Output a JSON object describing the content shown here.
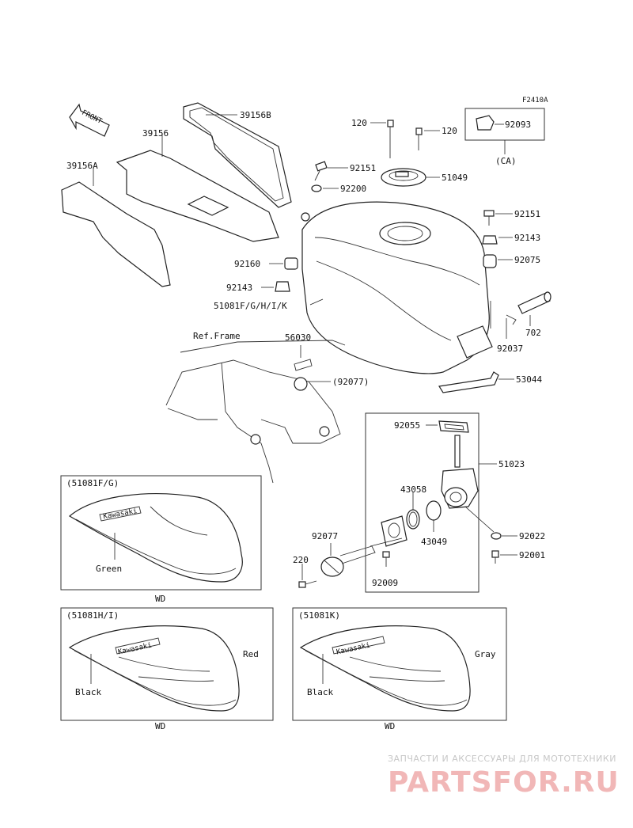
{
  "figure_code": "F2410A",
  "front_label": "FRONT",
  "labels": {
    "p39156B": "39156B",
    "p39156": "39156",
    "p39156A": "39156A",
    "p120a": "120",
    "p120b": "120",
    "p92093": "92093",
    "ca": "(CA)",
    "p92151a": "92151",
    "p51049": "51049",
    "p92200": "92200",
    "p92151b": "92151",
    "p92143a": "92143",
    "p92075": "92075",
    "p92160": "92160",
    "p92143b": "92143",
    "p51081": "51081F/G/H/I/K",
    "p702": "702",
    "ref_frame": "Ref.Frame",
    "p56030": "56030",
    "p92037": "92037",
    "p92077a": "(92077)",
    "p53044": "53044",
    "p92055": "92055",
    "p51023": "51023",
    "p43058": "43058",
    "p43049": "43049",
    "p92077b": "92077",
    "p92022": "92022",
    "p220": "220",
    "p92001": "92001",
    "p92009": "92009"
  },
  "insets": {
    "fg": {
      "title": "(51081F/G)",
      "color": "Green",
      "brand": "Kawasaki",
      "note": "WD"
    },
    "hi": {
      "title": "(51081H/I)",
      "color1": "Red",
      "color2": "Black",
      "brand": "Kawasaki",
      "note": "WD"
    },
    "k": {
      "title": "(51081K)",
      "color1": "Gray",
      "color2": "Black",
      "brand": "Kawasaki",
      "note": "WD"
    }
  },
  "watermark": {
    "line1": "ЗАПЧАСТИ И АКСЕССУАРЫ ДЛЯ МОТОТЕХНИКИ",
    "line2": "PARTSFOR.RU"
  }
}
